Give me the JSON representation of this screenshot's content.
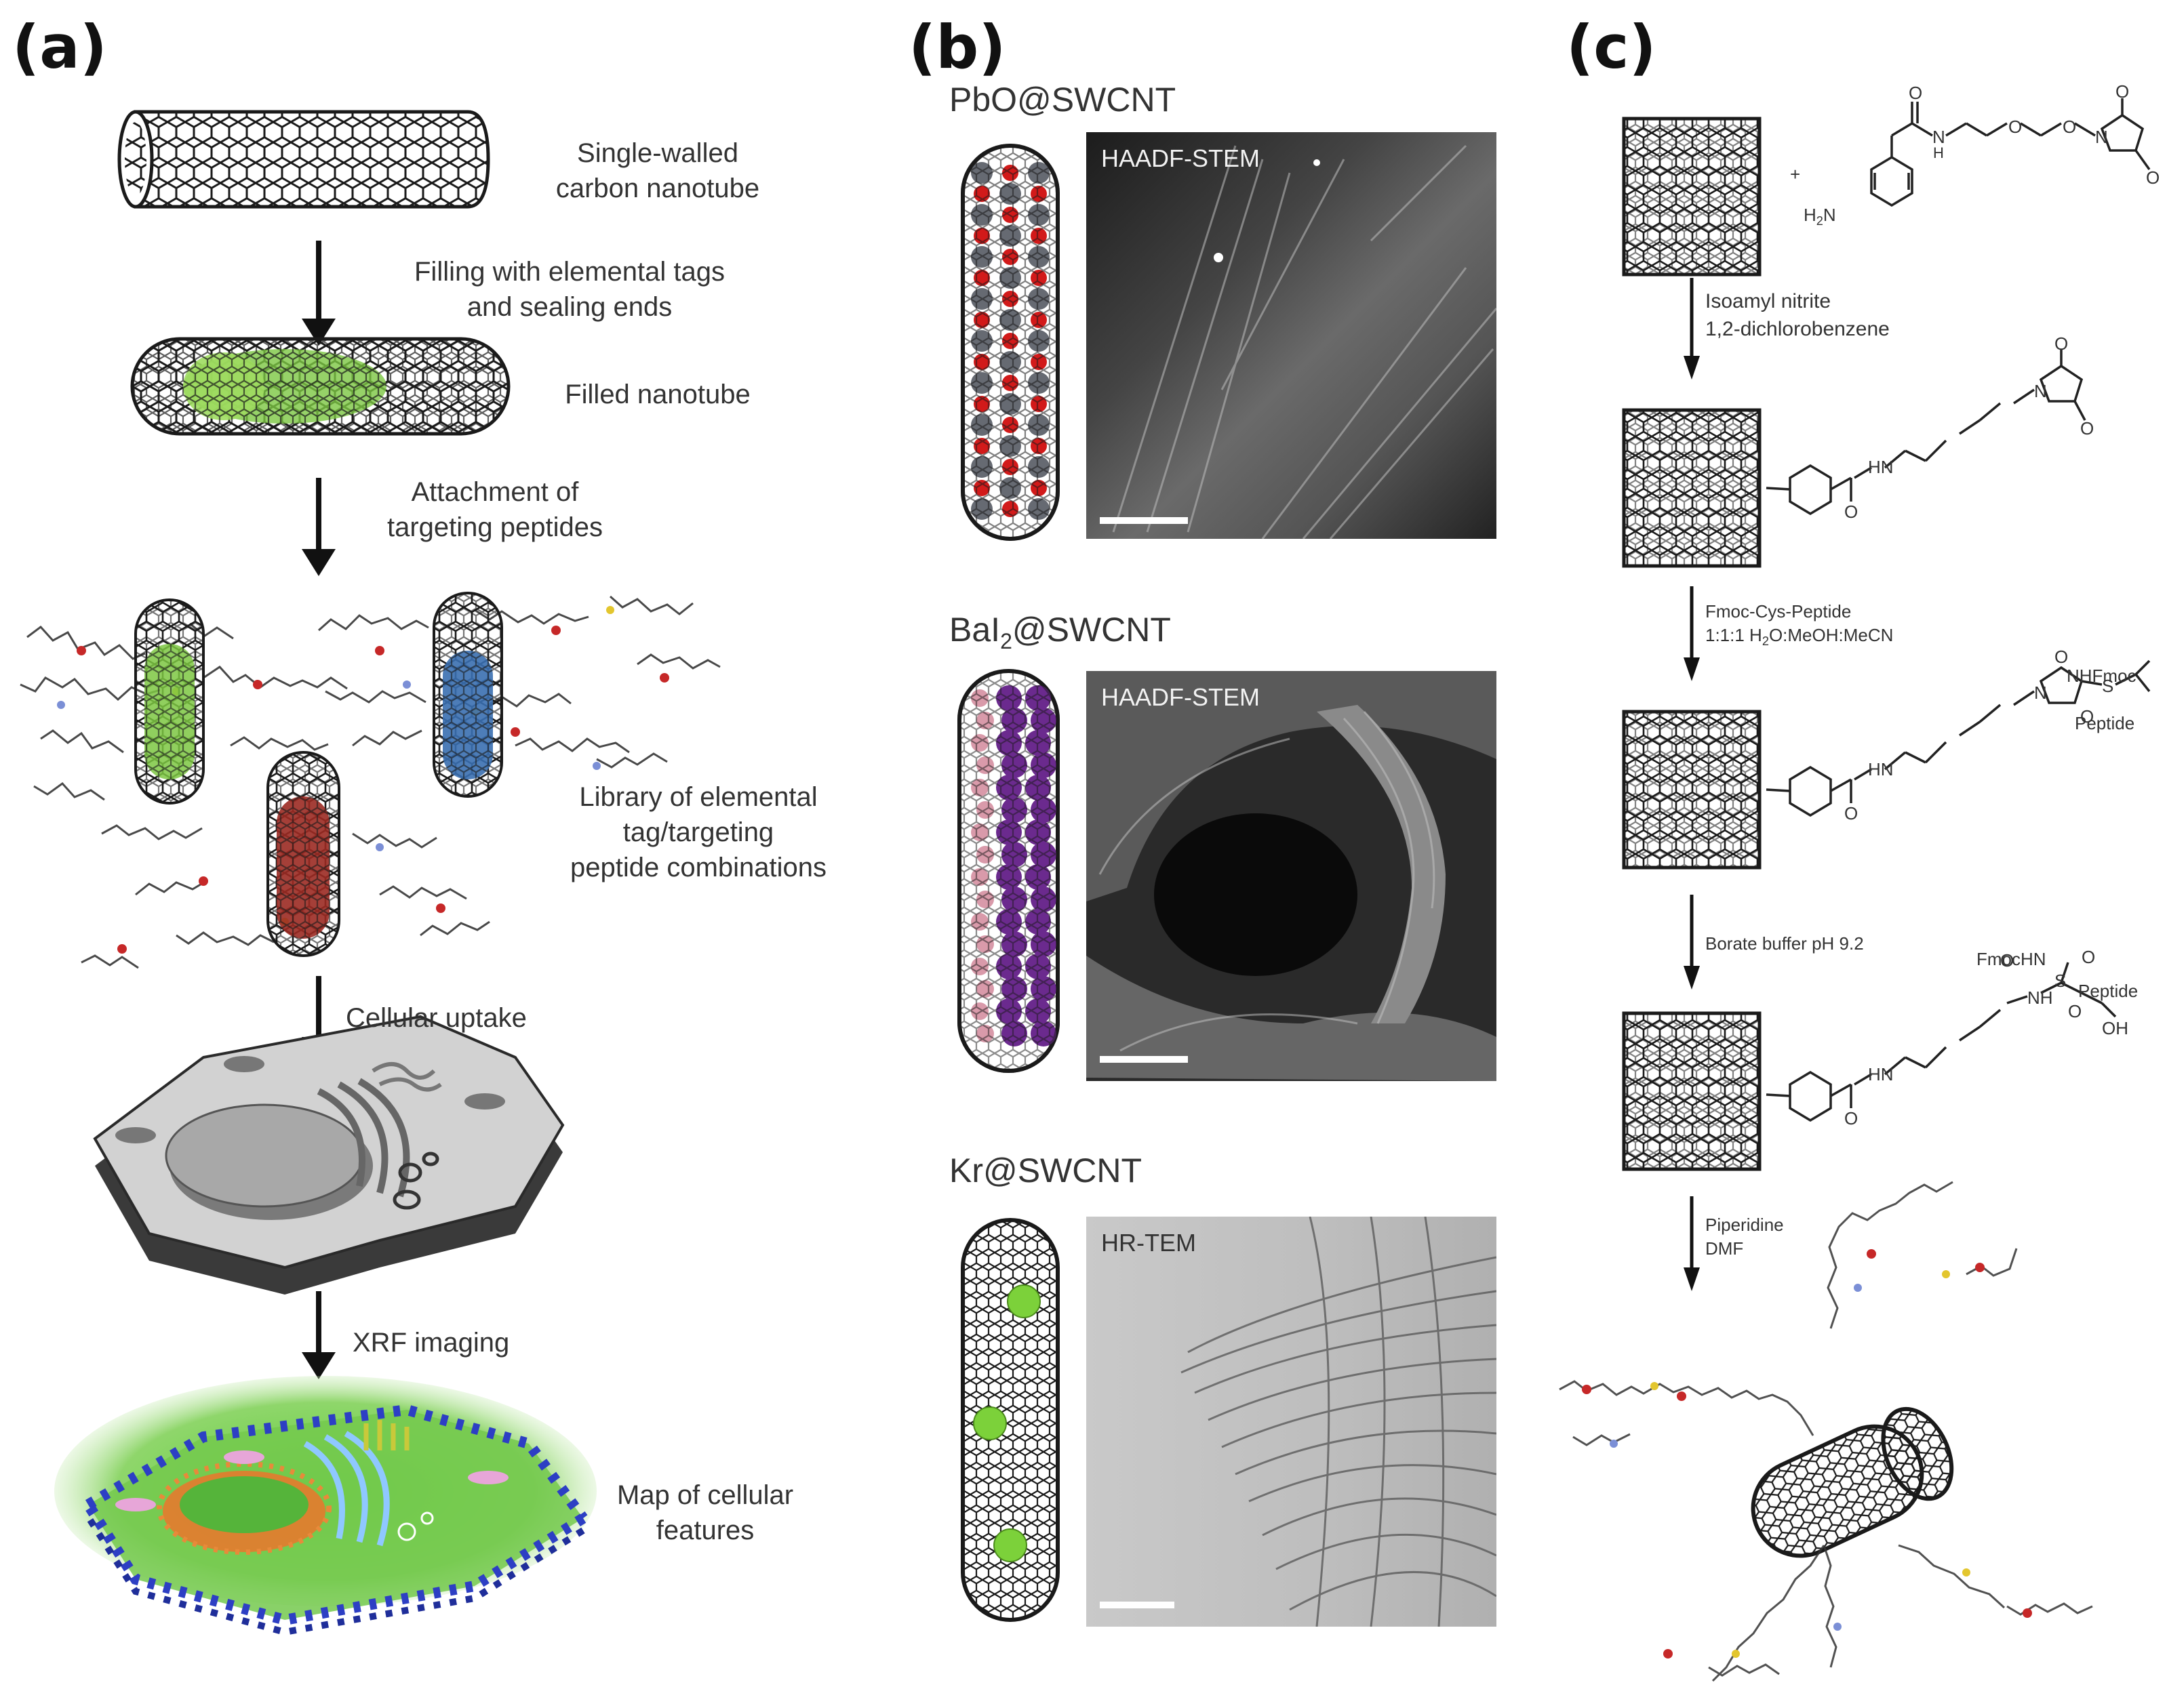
{
  "panels": {
    "a": {
      "letter": "(a)",
      "labels": {
        "swcnt": [
          "Single-walled",
          "carbon nanotube"
        ],
        "filling": [
          "Filling with elemental tags",
          "and sealing ends"
        ],
        "filled": "Filled nanotube",
        "attachment": [
          "Attachment of",
          "targeting peptides"
        ],
        "library": [
          "Library of elemental",
          "tag/targeting",
          "peptide combinations"
        ],
        "uptake": "Cellular uptake",
        "xrf": "XRF imaging",
        "map": [
          "Map of cellular",
          "features"
        ]
      }
    },
    "b": {
      "letter": "(b)",
      "rows": [
        {
          "title": "PbO@SWCNT",
          "technique": "HAADF-STEM"
        },
        {
          "title_main": "BaI",
          "title_sub": "2",
          "title_rest": "@SWCNT",
          "technique": "HAADF-STEM"
        },
        {
          "title": "Kr@SWCNT",
          "technique": "HR-TEM"
        }
      ]
    },
    "c": {
      "letter": "(c)",
      "steps": [
        {
          "line1": "Isoamyl nitrite",
          "line2": "1,2-dichlorobenzene"
        },
        {
          "line1": "Fmoc-Cys-Peptide",
          "line2_pre": "1:1:1 H",
          "line2_sub": "2",
          "line2_post": "O:MeOH:MeCN"
        },
        {
          "line1": "Borate buffer pH 9.2"
        },
        {
          "line1": "Piperidine",
          "line2": "DMF"
        }
      ],
      "chem": {
        "plus": "+",
        "h2n_pre": "H",
        "h2n_sub": "2",
        "h2n_post": "N",
        "h": "H",
        "n": "N",
        "o": "O",
        "hn": "HN",
        "s": "S",
        "nhfmoc": "NHFmoc",
        "fmochn": "FmocHN",
        "peptide": "Peptide",
        "nh": "NH",
        "oh": "OH"
      }
    }
  },
  "colors": {
    "tube": "#1a1a1a",
    "green_tag": "#7cc742",
    "blue_tag": "#3a6fb0",
    "red_tag": "#9b2a22",
    "pb_atom": "#666a72",
    "o_atom": "#d21a1a",
    "i_atom": "#6b2a8e",
    "ba_atom": "#d99aaa",
    "kr_atom": "#7cd13a",
    "cell_top": "#cfcfcf",
    "cell_side": "#3a3a3a",
    "map_green": "#8fd14f",
    "map_blue": "#3348c9"
  }
}
